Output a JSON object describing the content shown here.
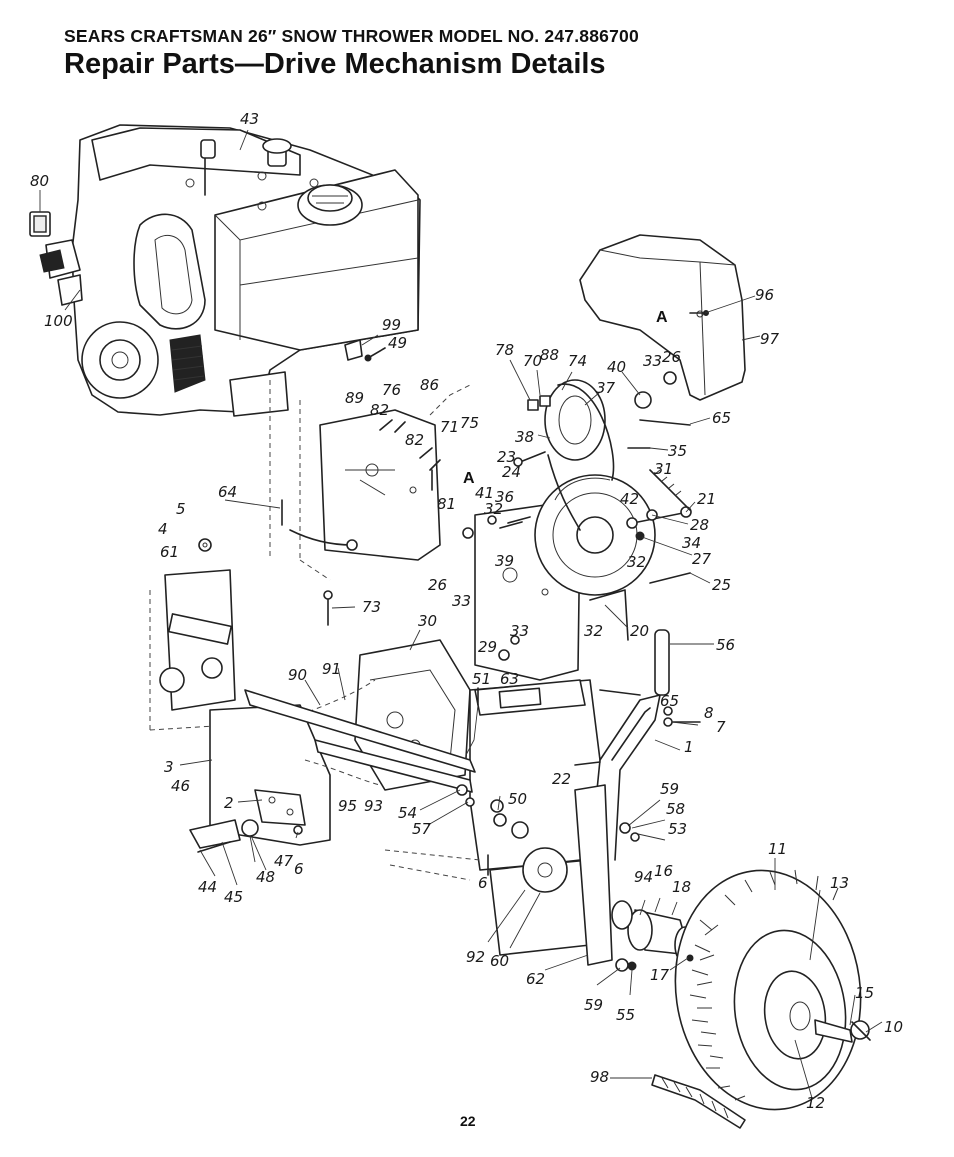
{
  "header": {
    "model_line": "SEARS CRAFTSMAN 26″ SNOW THROWER MODEL NO. 247.886700",
    "title": "Repair Parts—Drive Mechanism Details"
  },
  "page_number": "22",
  "reference_marks": [
    "A",
    "A"
  ],
  "callouts": [
    "43",
    "80",
    "100",
    "99",
    "49",
    "78",
    "70",
    "88",
    "74",
    "40",
    "33",
    "26",
    "96",
    "97",
    "89",
    "76",
    "86",
    "82",
    "71",
    "75",
    "82",
    "37",
    "65",
    "38",
    "23",
    "24",
    "35",
    "31",
    "64",
    "41",
    "36",
    "32",
    "21",
    "81",
    "42",
    "28",
    "5",
    "4",
    "61",
    "34",
    "27",
    "32",
    "39",
    "26",
    "33",
    "25",
    "73",
    "30",
    "32",
    "20",
    "33",
    "29",
    "56",
    "91",
    "90",
    "51",
    "63",
    "65",
    "8",
    "7",
    "1",
    "3",
    "22",
    "46",
    "59",
    "2",
    "95",
    "93",
    "54",
    "50",
    "58",
    "57",
    "53",
    "47",
    "48",
    "6",
    "6",
    "44",
    "45",
    "11",
    "94",
    "16",
    "18",
    "13",
    "92",
    "60",
    "17",
    "62",
    "59",
    "55",
    "15",
    "10",
    "98",
    "12"
  ]
}
